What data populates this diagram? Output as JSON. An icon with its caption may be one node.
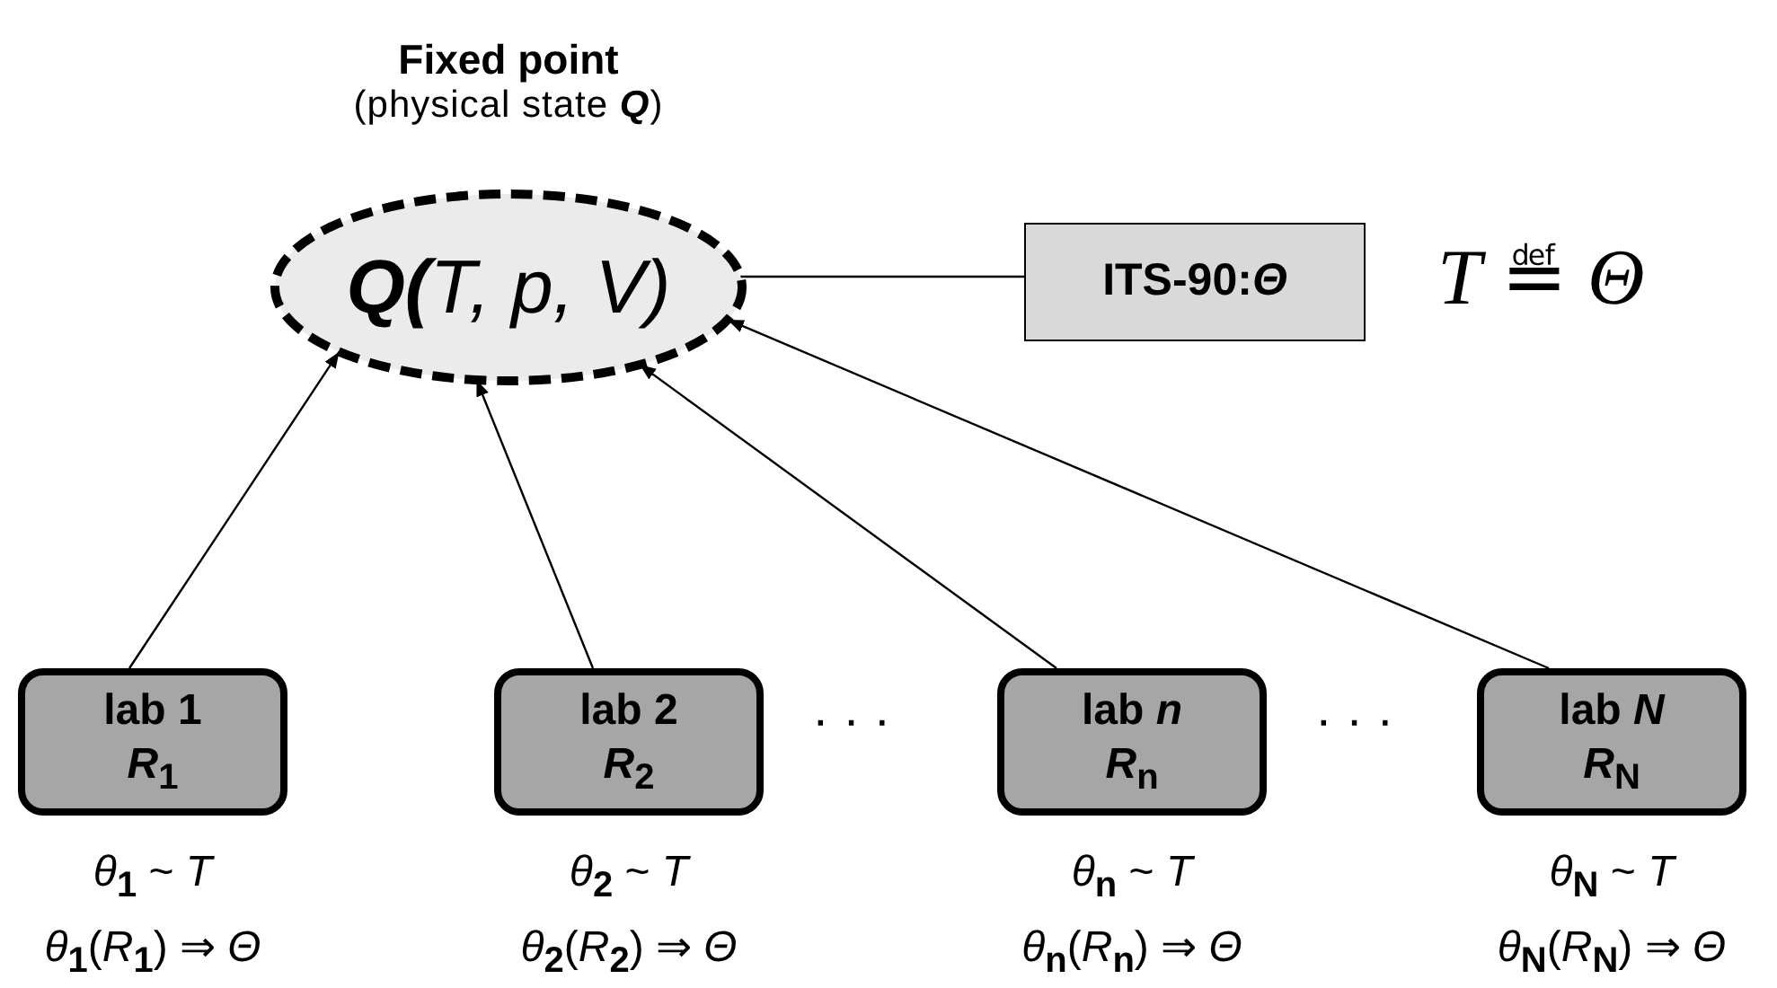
{
  "diagram": {
    "nodes": [
      {
        "text": [
          "Fixed point",
          "(physical state **Q**)",
          "**Q(**T, p, V)"
        ]
      },
      {
        "text": [
          "ITS-90:*Θ*"
        ]
      },
      {
        "text": [
          "lab 1",
          "*R*$_{1}$"
        ],
        "beside": [
          "*θ*$_{1}$ ~ *T*",
          "*θ*$_{1}$(*R*$_{1}$) ⇒ *Θ*"
        ]
      },
      {
        "text": [
          "lab 2",
          "*R*$_{2}$"
        ],
        "beside": [
          "*θ*$_{2}$ ~ *T*",
          "*θ*$_{2}$(*R*$_{2}$) ⇒ *Θ*"
        ]
      },
      {
        "text": [
          "lab *n*",
          "*R*$_{n}$"
        ],
        "beside": [
          "*θ*$_{n}$ ~ *T*",
          "*θ*$_{n}$(*R*$_{n}$) ⇒ *Θ*"
        ]
      },
      {
        "text": [
          "lab *N*",
          "*R*$_{N}$"
        ],
        "beside": [
          "*θ*$_{N}$ ~ *T*",
          "*θ*$_{N}$(*R*$_{N}$) ⇒ *Θ*"
        ]
      }
    ],
    "edges": [
      {
        "from": 1,
        "to": 0,
        "arrow": "none"
      },
      {
        "from": 2,
        "to": 0,
        "arrow": "to"
      },
      {
        "from": 3,
        "to": 0,
        "arrow": "to"
      },
      {
        "from": 4,
        "to": 0,
        "arrow": "to"
      },
      {
        "from": 5,
        "to": 0,
        "arrow": "to"
      }
    ],
    "labels": [
      "*T* ≝ *Θ*",
      "· · ·",
      "· · ·"
    ]
  }
}
